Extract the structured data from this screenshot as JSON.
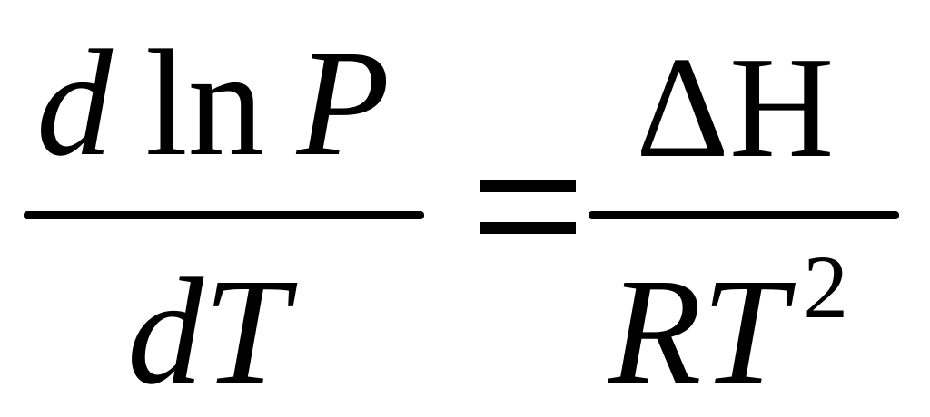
{
  "equation": {
    "lhs": {
      "numerator": {
        "d": "d",
        "ln": "ln",
        "var": "P"
      },
      "denominator": {
        "d": "d",
        "var": "T"
      }
    },
    "operator": "=",
    "rhs": {
      "numerator": "ΔH",
      "denominator": {
        "base": "RT",
        "exponent": "2"
      }
    }
  }
}
